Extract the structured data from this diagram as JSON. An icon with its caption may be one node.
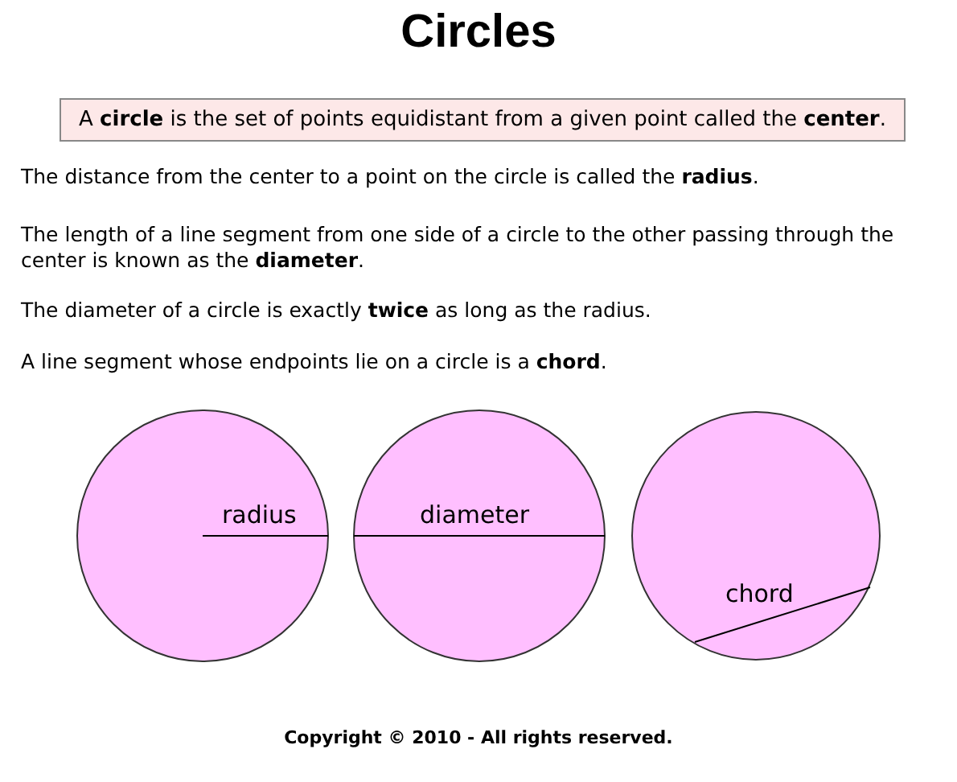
{
  "diagram": {
    "title": "Circles",
    "nodes": [
      {
        "text": [
          "A **circle** is the set of points equidistant from a given point called the **center**."
        ]
      },
      {
        "text": [
          "radius"
        ]
      },
      {
        "text": [
          "diameter"
        ]
      },
      {
        "text": [
          "chord"
        ]
      }
    ],
    "labels": [
      "The distance from the center to a point on the circle is called the **radius**.",
      "The length of a line segment from one side of a circle to the other passing through the center is known as the **diameter**.",
      "The diameter of a circle is exactly **twice** as long as the radius.",
      "A line segment whose endpoints lie on a circle is a **chord**.",
      "Copyright © 2010 - All rights reserved."
    ]
  }
}
